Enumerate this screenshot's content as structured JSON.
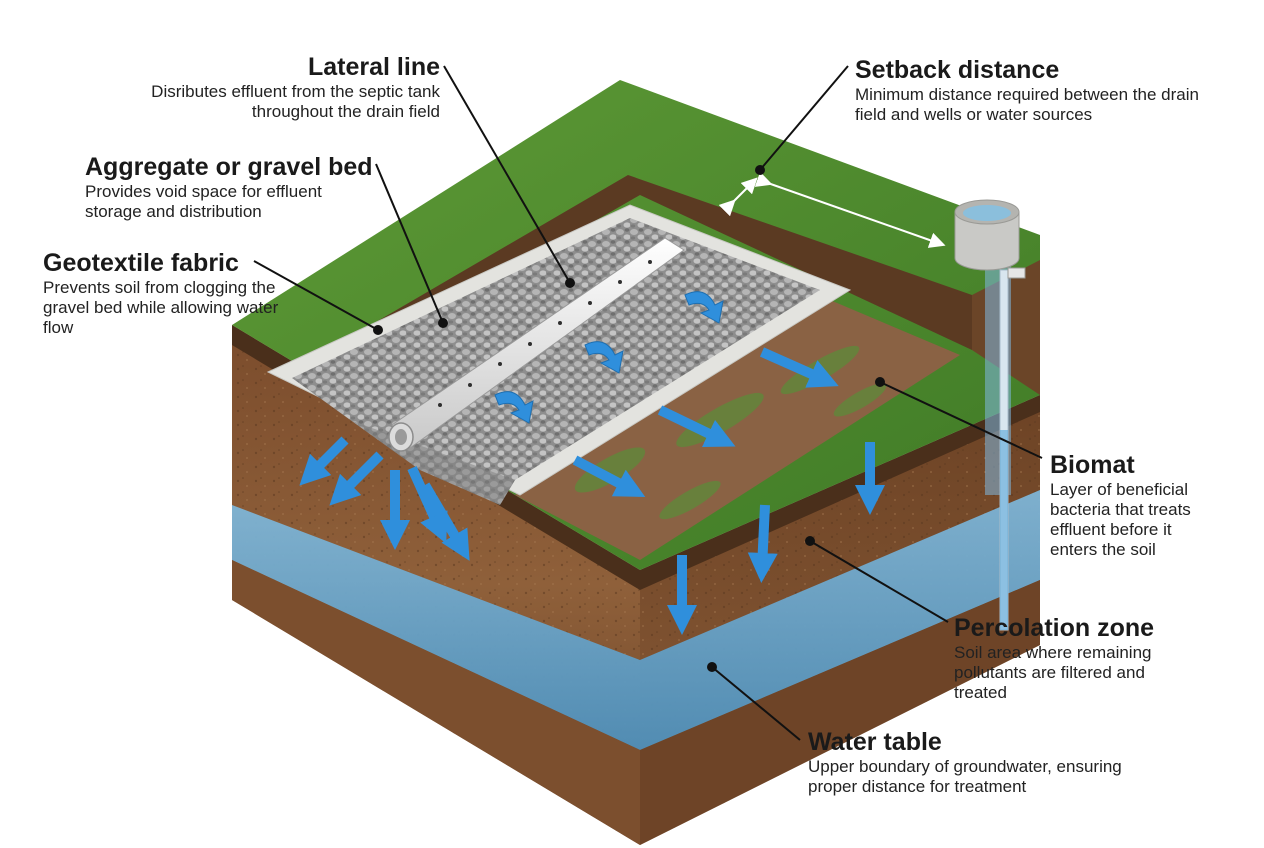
{
  "labels": {
    "lateral_line": {
      "title": "Lateral line",
      "desc": "Disributes effluent from the septic tank throughout the drain field"
    },
    "aggregate": {
      "title": "Aggregate or gravel bed",
      "desc": "Provides void space for effluent storage and distribution"
    },
    "geotextile": {
      "title": "Geotextile fabric",
      "desc": "Prevents soil from clogging the gravel bed while allowing water flow"
    },
    "setback": {
      "title": "Setback distance",
      "desc": "Minimum distance required between the drain field and wells or water sources"
    },
    "biomat": {
      "title": "Biomat",
      "desc": "Layer of beneficial bacteria that treats effluent before it enters the soil"
    },
    "percolation": {
      "title": "Percolation zone",
      "desc": "Soil area where remaining pollutants are filtered and treated"
    },
    "water_table": {
      "title": "Water table",
      "desc": "Upper boundary of groundwater, ensuring proper distance for treatment"
    }
  },
  "colors": {
    "grass": "#4f8a2f",
    "soil": "#8a5a36",
    "soil_dark": "#5e3a22",
    "water": "#6aa6cc",
    "gravel": "#9a9a9a",
    "pipe": "#e8e8e8",
    "fabric": "#d9d9d6",
    "arrow": "#2f8fdc"
  }
}
